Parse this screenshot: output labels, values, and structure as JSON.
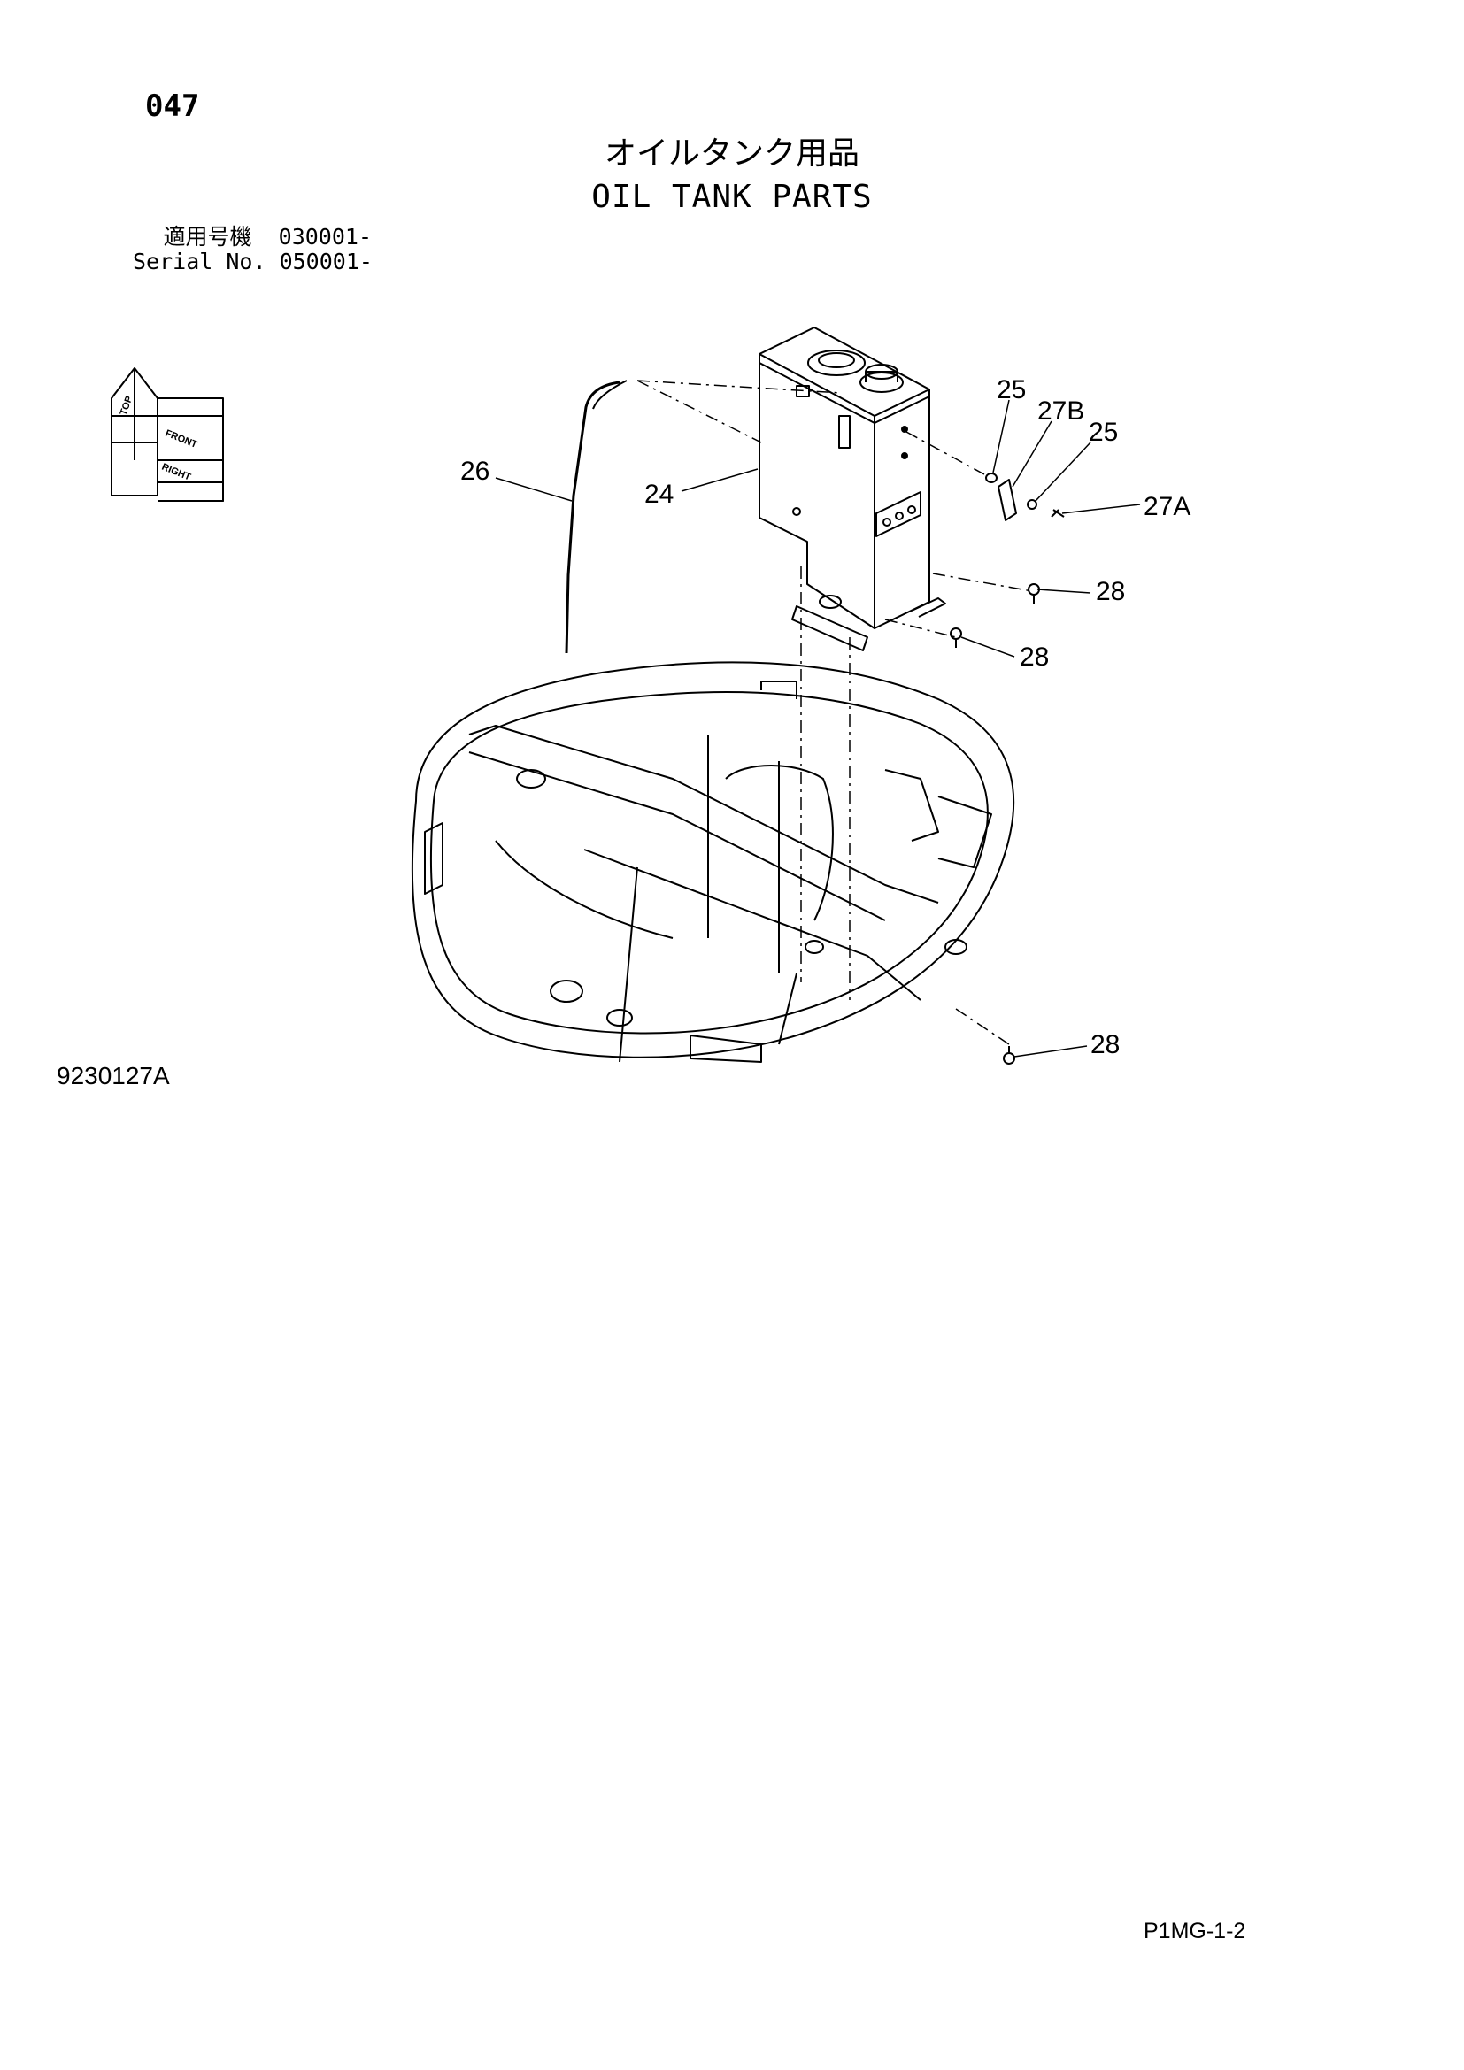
{
  "page": {
    "number": "047",
    "title_jp": "オイルタンク用品",
    "title_en": "OIL TANK PARTS",
    "serial_jp_label": "適用号機",
    "serial_jp_value": "030001-",
    "serial_en_label": "Serial No.",
    "serial_en_value": "050001-",
    "drawing_number": "9230127A",
    "page_code": "P1MG-1-2"
  },
  "orientation": {
    "top": "TOP",
    "front": "FRONT",
    "right": "RIGHT"
  },
  "callouts": {
    "c24": "24",
    "c25a": "25",
    "c25b": "25",
    "c26": "26",
    "c27a": "27A",
    "c27b": "27B",
    "c28a": "28",
    "c28b": "28",
    "c28c": "28"
  }
}
